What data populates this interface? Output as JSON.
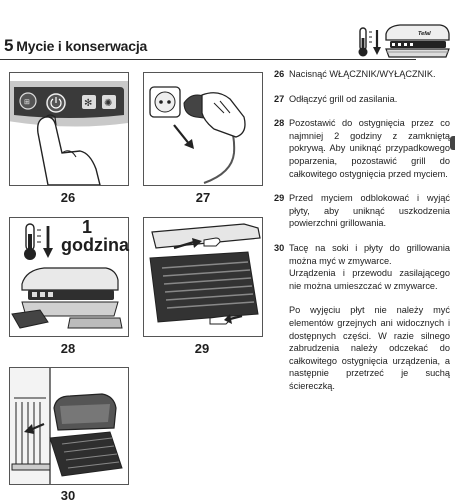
{
  "header": {
    "section_number": "5",
    "section_title": "Mycie i konserwacja",
    "brand_on_grill": "Tefal"
  },
  "figures": [
    {
      "number": "26"
    },
    {
      "number": "27"
    },
    {
      "number": "28",
      "overlay_number": "1",
      "overlay_text": "godzina"
    },
    {
      "number": "29"
    },
    {
      "number": "30"
    }
  ],
  "steps": [
    {
      "number": "26",
      "paragraphs": [
        "Nacisnąć WŁĄCZNIK/WYŁĄCZNIK."
      ]
    },
    {
      "number": "27",
      "paragraphs": [
        "Odłączyć grill od zasilania."
      ]
    },
    {
      "number": "28",
      "paragraphs": [
        "Pozostawić do ostygnięcia przez co najmniej 2 godziny z zamkniętą pokrywą. Aby uniknąć przypadkowego poparzenia, pozostawić grill do całkowitego ostygnięcia przed myciem."
      ]
    },
    {
      "number": "29",
      "paragraphs": [
        "Przed myciem odblokować i wyjąć płyty, aby uniknąć uszkodzenia powierzchni grillowania."
      ]
    },
    {
      "number": "30",
      "paragraphs": [
        "Tacę na soki i płyty do grillowania można myć w zmywarce.",
        "Urządzenia i przewodu zasilającego nie można umieszczać w zmywarce."
      ]
    },
    {
      "number": "",
      "paragraphs": [
        "Po wyjęciu płyt nie należy myć elementów grzejnych ani widocznych i dostępnych części. W razie silnego zabrudzenia należy odczekać do całkowitego ostygnięcia urządzenia, a następnie przetrzeć je suchą ściereczką."
      ]
    }
  ]
}
